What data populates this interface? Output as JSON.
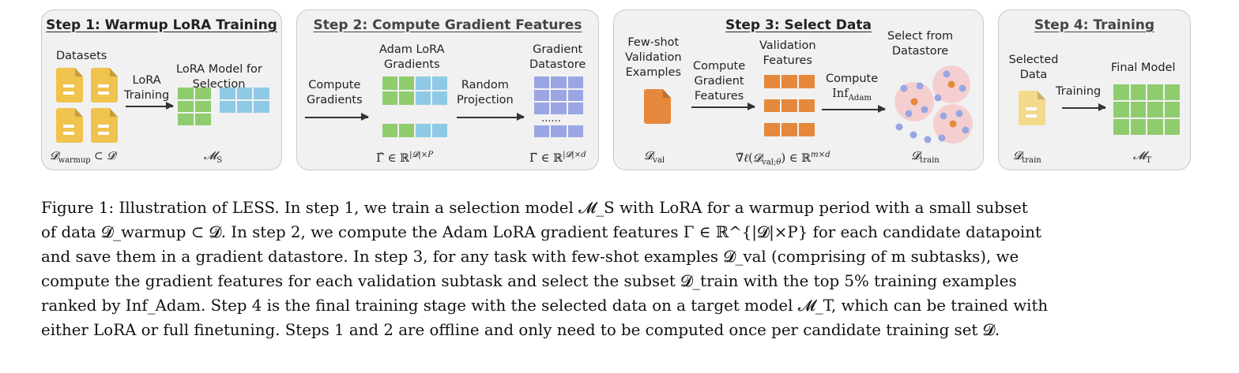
{
  "steps": [
    {
      "title": "Step 1:  Warmup LoRA Training",
      "datasets": "Datasets",
      "lora_model": [
        "LoRA Model for",
        "Selection"
      ],
      "arrow_label": [
        "LoRA",
        "Training"
      ],
      "d_warmup": "warmup",
      "m_s_sub": "S"
    },
    {
      "title": "Step 2: Compute Gradient Features",
      "adam_label": [
        "Adam LoRA",
        "Gradients"
      ],
      "store_label": [
        "Gradient",
        "Datastore"
      ],
      "compute_label": [
        "Compute",
        "Gradients"
      ],
      "proj_label": [
        "Random",
        "Projection"
      ],
      "dots": "......"
    },
    {
      "title": "Step 3: Select Data",
      "fewshot": [
        "Few-shot",
        "Validation",
        "Examples"
      ],
      "compute_feat": [
        "Compute",
        "Gradient",
        "Features"
      ],
      "val_feat": [
        "Validation",
        "Features"
      ],
      "compute_inf": "Compute",
      "inf": "Inf",
      "inf_sub": "Adam",
      "select_from": [
        "Select from",
        "Datastore"
      ],
      "d_val_sub": "val",
      "d_train_sub": "train"
    },
    {
      "title": "Step 4: Training",
      "selected": [
        "Selected",
        "Data"
      ],
      "training": "Training",
      "final_model": "Final Model",
      "m_t_sub": "T"
    }
  ],
  "caption": {
    "lines": [
      "Figure 1: Illustration of LESS. In step 1, we train a selection model 𝓜_S with LoRA for a warmup period with a small subset",
      "of data 𝓓_warmup ⊂ 𝓓. In step 2, we compute the Adam LoRA gradient features Γ ∈ ℝ^{|𝓓|×P} for each candidate datapoint",
      "and save them in a gradient datastore. In step 3, for any task with few-shot examples 𝓓_val (comprising of m subtasks), we",
      "compute the gradient features for each validation subtask and select the subset 𝓓_train with the top 5% training examples",
      "ranked by Inf_Adam. Step 4 is the final training stage with the selected data on a target model 𝓜_T, which can be trained with",
      "either LoRA or full finetuning. Steps 1 and 2 are offline and only need to be computed once per candidate training set 𝓓."
    ]
  },
  "colors": {
    "green": "#8fcc6e",
    "blue": "#8ec9e6",
    "purple": "#9aa6e3",
    "orange": "#e5883c",
    "yellow": "#f0c34e"
  }
}
